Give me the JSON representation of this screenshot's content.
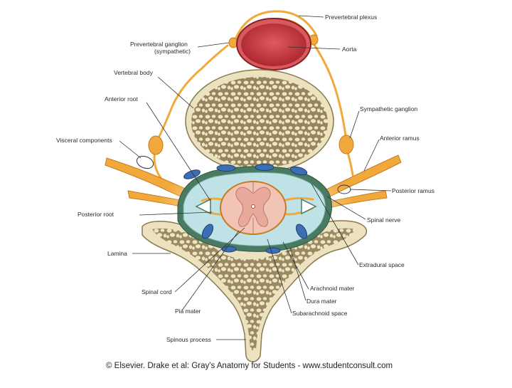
{
  "labels": {
    "prevertebral_plexus": "Prevertebral plexus",
    "aorta": "Aorta",
    "prevertebral_ganglion_line1": "Prevertebral ganglion",
    "prevertebral_ganglion_line2": "(sympathetic)",
    "vertebral_body": "Vertebral body",
    "anterior_root": "Anterior root",
    "sympathetic_ganglion": "Sympathetic ganglion",
    "anterior_ramus": "Anterior ramus",
    "visceral_components": "Visceral components",
    "posterior_ramus": "Posterior ramus",
    "posterior_root": "Posterior root",
    "spinal_nerve": "Spinal nerve",
    "lamina": "Lamina",
    "extradural_space": "Extradural space",
    "arachnoid_mater": "Arachnoid mater",
    "spinal_cord": "Spinal cord",
    "dura_mater": "Dura mater",
    "pia_mater": "Pia mater",
    "subarachnoid_space": "Subarachnoid space",
    "spinous_process": "Spinous process"
  },
  "credit": "© Elsevier. Drake et al: Gray's Anatomy for Students - www.studentconsult.com",
  "colors": {
    "bone": "#ece2c0",
    "bone_edge": "#8a7a4e",
    "trabecula": "#8c7a52",
    "nerve": "#f2a93b",
    "nerve_edge": "#c77a1e",
    "aorta": "#c8313a",
    "aorta_lumen": "#a8232b",
    "dura": "#4a7a62",
    "csf": "#bfe2e6",
    "cord": "#f2c4b6",
    "vein": "#3b6eb5"
  }
}
